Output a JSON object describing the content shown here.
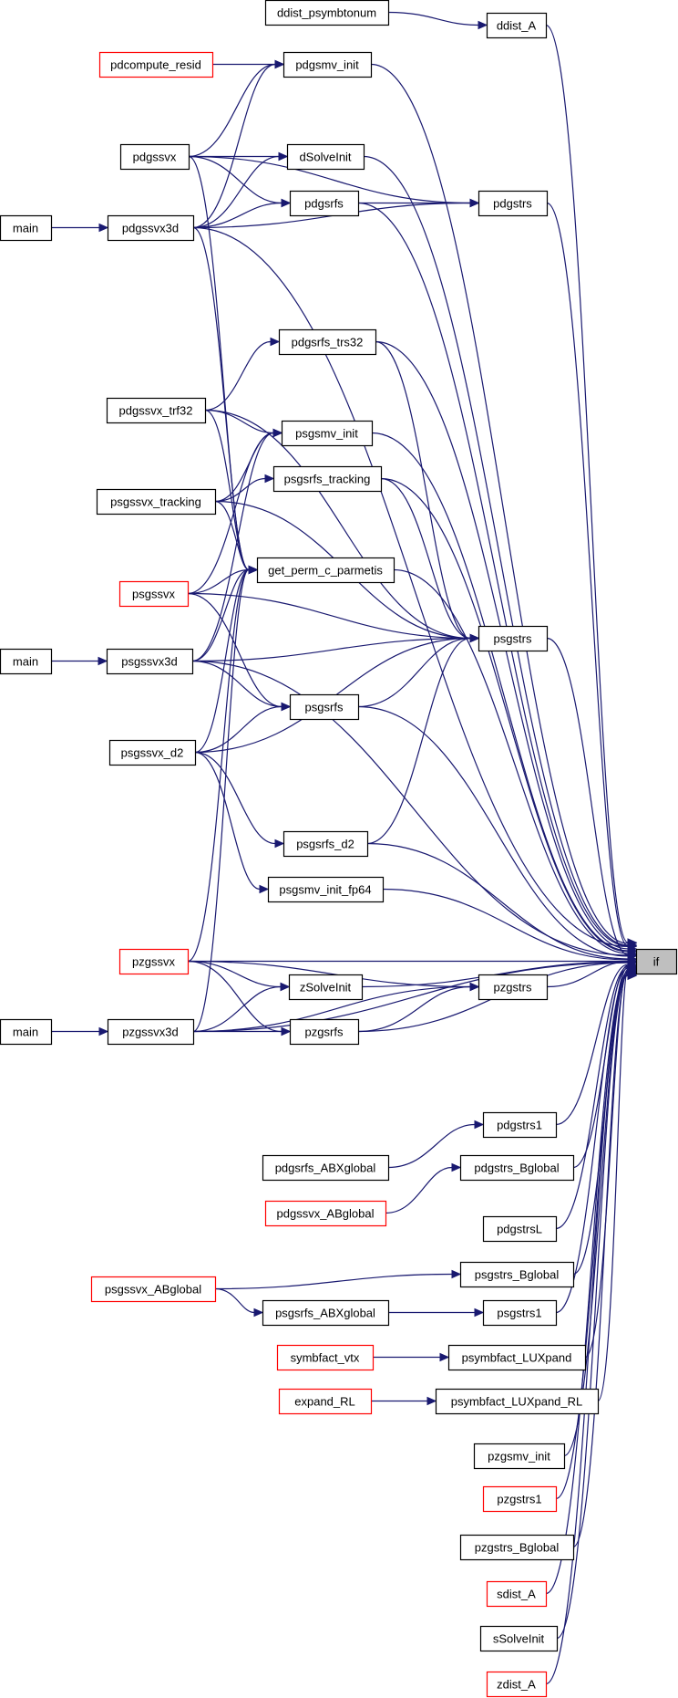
{
  "graph": {
    "colors": {
      "edge": "#191970",
      "node_border": "#000000",
      "incomplete_border": "#ff0000",
      "focus_fill": "#bfbfbf"
    },
    "nodes": [
      {
        "id": "ddist_psymbtonum",
        "label": "ddist_psymbtonum",
        "border": "black"
      },
      {
        "id": "ddist_A",
        "label": "ddist_A",
        "border": "black"
      },
      {
        "id": "pdcompute_resid",
        "label": "pdcompute_resid",
        "border": "red"
      },
      {
        "id": "pdgsmv_init",
        "label": "pdgsmv_init",
        "border": "black"
      },
      {
        "id": "pdgssvx",
        "label": "pdgssvx",
        "border": "black"
      },
      {
        "id": "dSolveInit",
        "label": "dSolveInit",
        "border": "black"
      },
      {
        "id": "pdgsrfs",
        "label": "pdgsrfs",
        "border": "black"
      },
      {
        "id": "pdgstrs",
        "label": "pdgstrs",
        "border": "black"
      },
      {
        "id": "main1",
        "label": "main",
        "border": "black"
      },
      {
        "id": "pdgssvx3d",
        "label": "pdgssvx3d",
        "border": "black"
      },
      {
        "id": "pdgsrfs_trs32",
        "label": "pdgsrfs_trs32",
        "border": "black"
      },
      {
        "id": "pdgssvx_trf32",
        "label": "pdgssvx_trf32",
        "border": "black"
      },
      {
        "id": "psgsmv_init",
        "label": "psgsmv_init",
        "border": "black"
      },
      {
        "id": "psgsrfs_tracking",
        "label": "psgsrfs_tracking",
        "border": "black"
      },
      {
        "id": "psgssvx_tracking",
        "label": "psgssvx_tracking",
        "border": "black"
      },
      {
        "id": "get_perm_c_parmetis",
        "label": "get_perm_c_parmetis",
        "border": "black"
      },
      {
        "id": "psgssvx",
        "label": "psgssvx",
        "border": "red"
      },
      {
        "id": "psgstrs",
        "label": "psgstrs",
        "border": "black"
      },
      {
        "id": "main2",
        "label": "main",
        "border": "black"
      },
      {
        "id": "psgssvx3d",
        "label": "psgssvx3d",
        "border": "black"
      },
      {
        "id": "psgsrfs",
        "label": "psgsrfs",
        "border": "black"
      },
      {
        "id": "psgssvx_d2",
        "label": "psgssvx_d2",
        "border": "black"
      },
      {
        "id": "psgsrfs_d2",
        "label": "psgsrfs_d2",
        "border": "black"
      },
      {
        "id": "psgsmv_init_fp64",
        "label": "psgsmv_init_fp64",
        "border": "black"
      },
      {
        "id": "if",
        "label": "if",
        "border": "black",
        "fill": "gray"
      },
      {
        "id": "pzgssvx",
        "label": "pzgssvx",
        "border": "red"
      },
      {
        "id": "zSolveInit",
        "label": "zSolveInit",
        "border": "black"
      },
      {
        "id": "pzgstrs",
        "label": "pzgstrs",
        "border": "black"
      },
      {
        "id": "main3",
        "label": "main",
        "border": "black"
      },
      {
        "id": "pzgssvx3d",
        "label": "pzgssvx3d",
        "border": "black"
      },
      {
        "id": "pzgsrfs",
        "label": "pzgsrfs",
        "border": "black"
      },
      {
        "id": "pdgstrs1",
        "label": "pdgstrs1",
        "border": "black"
      },
      {
        "id": "pdgsrfs_ABXglobal",
        "label": "pdgsrfs_ABXglobal",
        "border": "black"
      },
      {
        "id": "pdgstrs_Bglobal",
        "label": "pdgstrs_Bglobal",
        "border": "black"
      },
      {
        "id": "pdgssvx_ABglobal",
        "label": "pdgssvx_ABglobal",
        "border": "red"
      },
      {
        "id": "pdgstrsL",
        "label": "pdgstrsL",
        "border": "black"
      },
      {
        "id": "psgstrs_Bglobal",
        "label": "psgstrs_Bglobal",
        "border": "black"
      },
      {
        "id": "psgssvx_ABglobal",
        "label": "psgssvx_ABglobal",
        "border": "red"
      },
      {
        "id": "psgsrfs_ABXglobal",
        "label": "psgsrfs_ABXglobal",
        "border": "black"
      },
      {
        "id": "psgstrs1",
        "label": "psgstrs1",
        "border": "black"
      },
      {
        "id": "symbfact_vtx",
        "label": "symbfact_vtx",
        "border": "red"
      },
      {
        "id": "psymbfact_LUXpand",
        "label": "psymbfact_LUXpand",
        "border": "black"
      },
      {
        "id": "expand_RL",
        "label": "expand_RL",
        "border": "red"
      },
      {
        "id": "psymbfact_LUXpand_RL",
        "label": "psymbfact_LUXpand_RL",
        "border": "black"
      },
      {
        "id": "pzgsmv_init",
        "label": "pzgsmv_init",
        "border": "black"
      },
      {
        "id": "pzgstrs1",
        "label": "pzgstrs1",
        "border": "red"
      },
      {
        "id": "pzgstrs_Bglobal",
        "label": "pzgstrs_Bglobal",
        "border": "black"
      },
      {
        "id": "sdist_A",
        "label": "sdist_A",
        "border": "red"
      },
      {
        "id": "sSolveInit",
        "label": "sSolveInit",
        "border": "black"
      },
      {
        "id": "zdist_A",
        "label": "zdist_A",
        "border": "red"
      }
    ],
    "edges": [
      [
        "ddist_psymbtonum",
        "ddist_A"
      ],
      [
        "ddist_A",
        "if"
      ],
      [
        "pdcompute_resid",
        "pdgsmv_init"
      ],
      [
        "pdgsmv_init",
        "if"
      ],
      [
        "pdgssvx",
        "pdgsmv_init"
      ],
      [
        "pdgssvx",
        "dSolveInit"
      ],
      [
        "pdgssvx",
        "pdgsrfs"
      ],
      [
        "pdgssvx",
        "pdgstrs"
      ],
      [
        "pdgssvx",
        "get_perm_c_parmetis"
      ],
      [
        "dSolveInit",
        "if"
      ],
      [
        "pdgsrfs",
        "pdgstrs"
      ],
      [
        "pdgsrfs",
        "if"
      ],
      [
        "pdgstrs",
        "if"
      ],
      [
        "main1",
        "pdgssvx3d"
      ],
      [
        "pdgssvx3d",
        "pdgsmv_init"
      ],
      [
        "pdgssvx3d",
        "dSolveInit"
      ],
      [
        "pdgssvx3d",
        "pdgsrfs"
      ],
      [
        "pdgssvx3d",
        "pdgstrs"
      ],
      [
        "pdgssvx3d",
        "get_perm_c_parmetis"
      ],
      [
        "pdgssvx3d",
        "if"
      ],
      [
        "pdgssvx_trf32",
        "pdgsrfs_trs32"
      ],
      [
        "pdgssvx_trf32",
        "psgsmv_init"
      ],
      [
        "pdgssvx_trf32",
        "psgstrs"
      ],
      [
        "pdgssvx_trf32",
        "get_perm_c_parmetis"
      ],
      [
        "pdgsrfs_trs32",
        "psgstrs"
      ],
      [
        "pdgsrfs_trs32",
        "if"
      ],
      [
        "psgssvx_tracking",
        "psgsmv_init"
      ],
      [
        "psgssvx_tracking",
        "psgsrfs_tracking"
      ],
      [
        "psgssvx_tracking",
        "get_perm_c_parmetis"
      ],
      [
        "psgssvx_tracking",
        "psgstrs"
      ],
      [
        "psgsmv_init",
        "if"
      ],
      [
        "psgsrfs_tracking",
        "psgstrs"
      ],
      [
        "psgsrfs_tracking",
        "if"
      ],
      [
        "psgssvx",
        "psgsmv_init"
      ],
      [
        "psgssvx",
        "get_perm_c_parmetis"
      ],
      [
        "psgssvx",
        "psgstrs"
      ],
      [
        "psgssvx",
        "psgsrfs"
      ],
      [
        "get_perm_c_parmetis",
        "if"
      ],
      [
        "psgstrs",
        "if"
      ],
      [
        "main2",
        "psgssvx3d"
      ],
      [
        "psgssvx3d",
        "psgsmv_init"
      ],
      [
        "psgssvx3d",
        "get_perm_c_parmetis"
      ],
      [
        "psgssvx3d",
        "psgstrs"
      ],
      [
        "psgssvx3d",
        "psgsrfs"
      ],
      [
        "psgssvx3d",
        "if"
      ],
      [
        "psgsrfs",
        "psgstrs"
      ],
      [
        "psgsrfs",
        "if"
      ],
      [
        "psgssvx_d2",
        "get_perm_c_parmetis"
      ],
      [
        "psgssvx_d2",
        "psgsrfs"
      ],
      [
        "psgssvx_d2",
        "psgstrs"
      ],
      [
        "psgssvx_d2",
        "psgsrfs_d2"
      ],
      [
        "psgssvx_d2",
        "psgsmv_init_fp64"
      ],
      [
        "psgsrfs_d2",
        "psgstrs"
      ],
      [
        "psgsrfs_d2",
        "if"
      ],
      [
        "psgsmv_init_fp64",
        "if"
      ],
      [
        "pzgssvx",
        "get_perm_c_parmetis"
      ],
      [
        "pzgssvx",
        "zSolveInit"
      ],
      [
        "pzgssvx",
        "pzgstrs"
      ],
      [
        "pzgssvx",
        "pzgsrfs"
      ],
      [
        "pzgssvx",
        "if"
      ],
      [
        "zSolveInit",
        "if"
      ],
      [
        "pzgstrs",
        "if"
      ],
      [
        "main3",
        "pzgssvx3d"
      ],
      [
        "pzgssvx3d",
        "get_perm_c_parmetis"
      ],
      [
        "pzgssvx3d",
        "zSolveInit"
      ],
      [
        "pzgssvx3d",
        "pzgsrfs"
      ],
      [
        "pzgssvx3d",
        "pzgstrs"
      ],
      [
        "pzgssvx3d",
        "if"
      ],
      [
        "pzgsrfs",
        "pzgstrs"
      ],
      [
        "pzgsrfs",
        "if"
      ],
      [
        "pdgsrfs_ABXglobal",
        "pdgstrs1"
      ],
      [
        "pdgstrs1",
        "if"
      ],
      [
        "pdgssvx_ABglobal",
        "pdgstrs_Bglobal"
      ],
      [
        "pdgstrs_Bglobal",
        "if"
      ],
      [
        "pdgstrsL",
        "if"
      ],
      [
        "psgssvx_ABglobal",
        "psgstrs_Bglobal"
      ],
      [
        "psgssvx_ABglobal",
        "psgsrfs_ABXglobal"
      ],
      [
        "psgstrs_Bglobal",
        "if"
      ],
      [
        "psgsrfs_ABXglobal",
        "psgstrs1"
      ],
      [
        "psgstrs1",
        "if"
      ],
      [
        "symbfact_vtx",
        "psymbfact_LUXpand"
      ],
      [
        "psymbfact_LUXpand",
        "if"
      ],
      [
        "expand_RL",
        "psymbfact_LUXpand_RL"
      ],
      [
        "psymbfact_LUXpand_RL",
        "if"
      ],
      [
        "pzgsmv_init",
        "if"
      ],
      [
        "pzgstrs1",
        "if"
      ],
      [
        "pzgstrs_Bglobal",
        "if"
      ],
      [
        "sdist_A",
        "if"
      ],
      [
        "sSolveInit",
        "if"
      ],
      [
        "zdist_A",
        "if"
      ]
    ]
  }
}
